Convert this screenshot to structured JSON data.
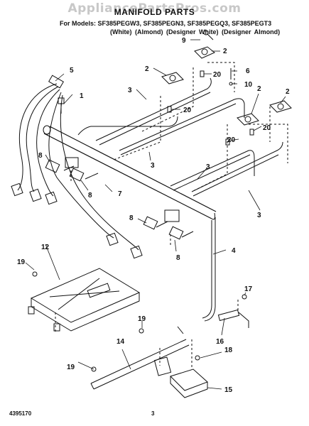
{
  "watermark": "AppliancePartsPros.com",
  "header": {
    "title": "MANIFOLD PARTS",
    "models": "For Models: SF385PEGW3, SF385PEGN3, SF385PEGQ3, SF385PEGT3",
    "variants": "(White)     (Almond) (Designer White) (Designer Almond)"
  },
  "footer": {
    "part_number": "4395170",
    "page": "3"
  },
  "callouts": {
    "c1": "1",
    "c2a": "2",
    "c2b": "2",
    "c2c": "2",
    "c3a": "3",
    "c3b": "3",
    "c3c": "3",
    "c3d": "3",
    "c4": "4",
    "c5": "5",
    "c6": "6",
    "c7": "7",
    "c8a": "8",
    "c8b": "8",
    "c8c": "8",
    "c8d": "8",
    "c9": "9",
    "c10": "10",
    "c12": "12",
    "c14": "14",
    "c15": "15",
    "c16": "16",
    "c17": "17",
    "c18": "18",
    "c19a": "19",
    "c19b": "19",
    "c19c": "19",
    "c20a": "20",
    "c20b": "20",
    "c20c": "20",
    "c20d": "20"
  }
}
